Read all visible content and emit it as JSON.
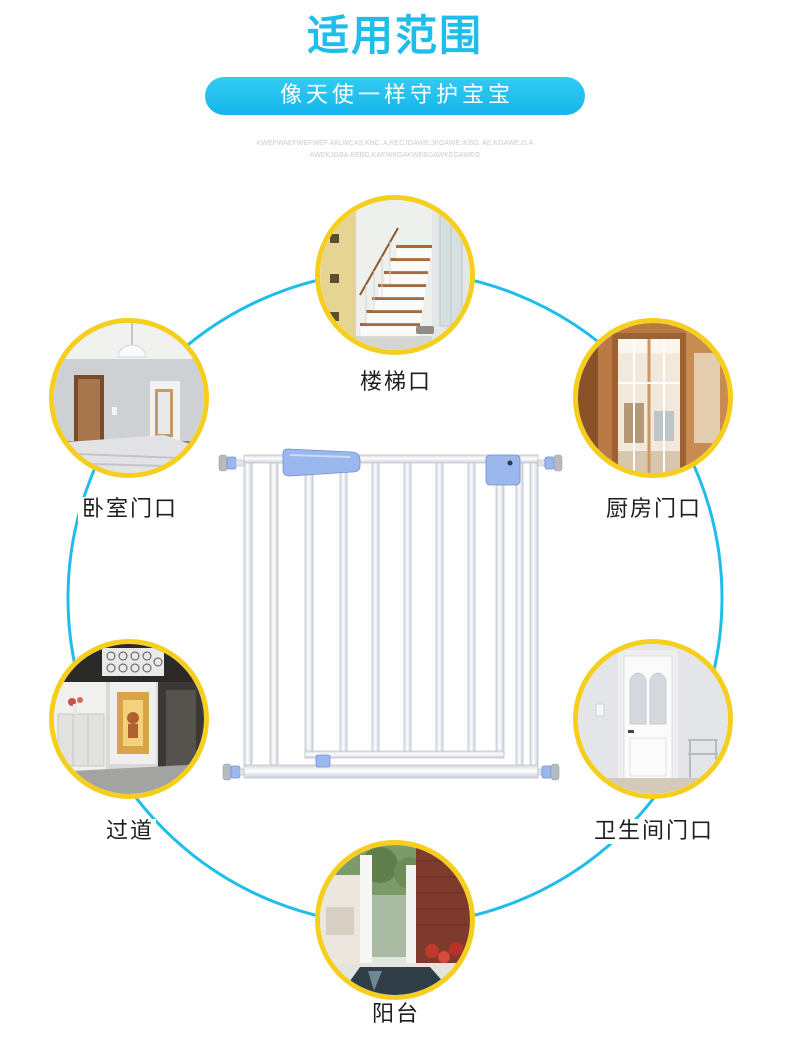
{
  "header": {
    "title": "适用范围",
    "subtitle": "像天使一样守护宝宝",
    "fine_print": [
      "KWEFWAEFWEFWEF AKLWCAS.KBC. A.KECJGAWE.JKGAWE.IKBG. AE.KGAWE.G.A",
      "AWEKJGBA.KEBG.KAEWBGAKWEBGAWKEGAWEG"
    ]
  },
  "scenes": [
    {
      "label": "楼梯口"
    },
    {
      "label": "卧室门口"
    },
    {
      "label": "厨房门口"
    },
    {
      "label": "过道"
    },
    {
      "label": "卫生间门口"
    },
    {
      "label": "阳台"
    }
  ],
  "colors": {
    "accent": "#1fbde9",
    "photo_ring": "#f5ce1e",
    "gate_accent": "#9ab7ee"
  }
}
